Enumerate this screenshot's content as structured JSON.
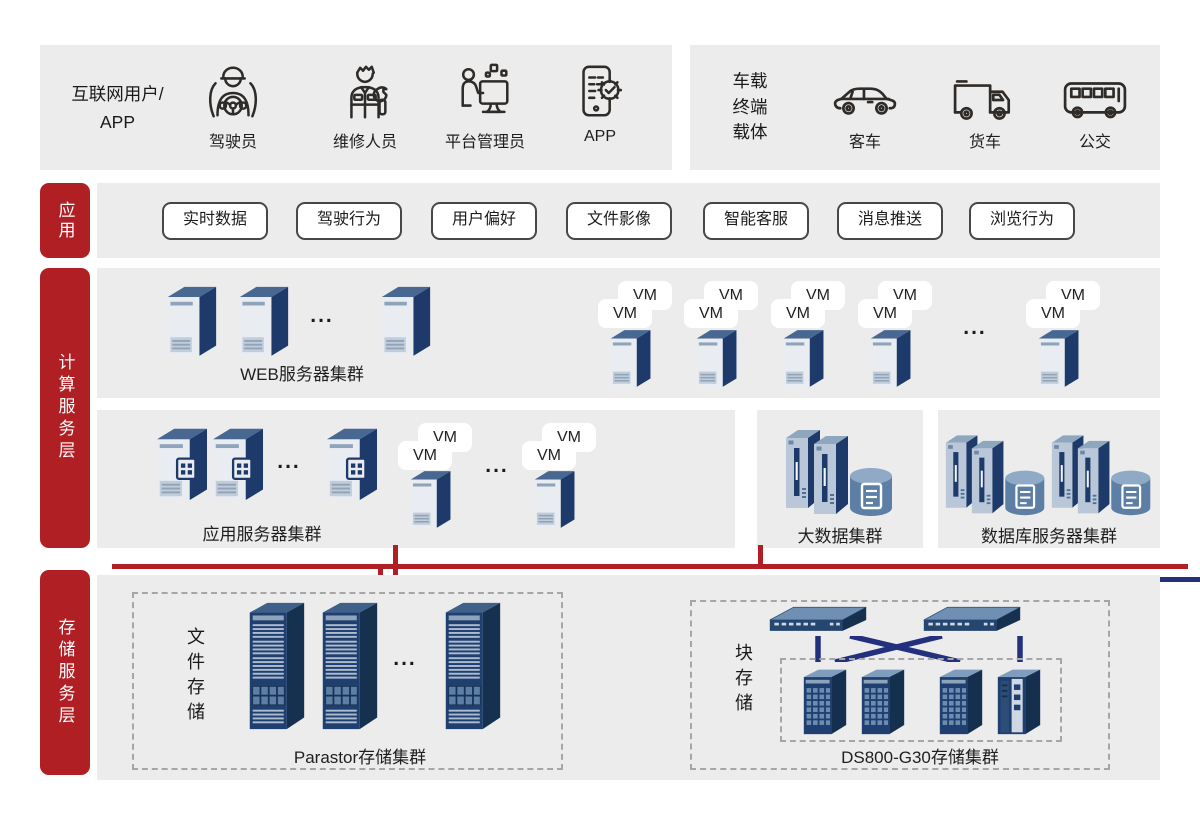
{
  "colors": {
    "layer_tag_red": "#b01f24",
    "bus_red": "#b01f24",
    "bus_navy": "#22307e",
    "panel_gray": "#ececec",
    "server_dark_navy": "#1d3a6b",
    "server_light_front": "#e9edf2"
  },
  "internet_users": {
    "title_line1": "互联网用户/",
    "title_line2": "APP",
    "items": [
      {
        "icon": "driver-icon",
        "label": "驾驶员"
      },
      {
        "icon": "maintenance-icon",
        "label": "维修人员"
      },
      {
        "icon": "platform-admin-icon",
        "label": "平台管理员"
      },
      {
        "icon": "app-icon",
        "label": "APP"
      }
    ]
  },
  "vehicle_terminals": {
    "title_lines": [
      "车载",
      "终端",
      "载体"
    ],
    "items": [
      {
        "icon": "car-icon",
        "label": "客车"
      },
      {
        "icon": "truck-icon",
        "label": "货车"
      },
      {
        "icon": "bus-icon",
        "label": "公交"
      }
    ]
  },
  "app_layer": {
    "label": "应用",
    "pills": [
      "实时数据",
      "驾驶行为",
      "用户偏好",
      "文件影像",
      "智能客服",
      "消息推送",
      "浏览行为"
    ]
  },
  "compute_layer": {
    "label": "计算服务层",
    "web_cluster_label": "WEB服务器集群",
    "app_cluster_label": "应用服务器集群",
    "bigdata_label": "大数据集群",
    "db_label": "数据库服务器集群",
    "vm_label": "VM",
    "ellipsis": "..."
  },
  "storage_layer": {
    "label": "存储服务层",
    "file_storage_label": "文件存储",
    "file_cluster_label": "Parastor存储集群",
    "block_storage_label": "块存储",
    "block_cluster_label": "DS800-G30存储集群",
    "ellipsis": "..."
  }
}
